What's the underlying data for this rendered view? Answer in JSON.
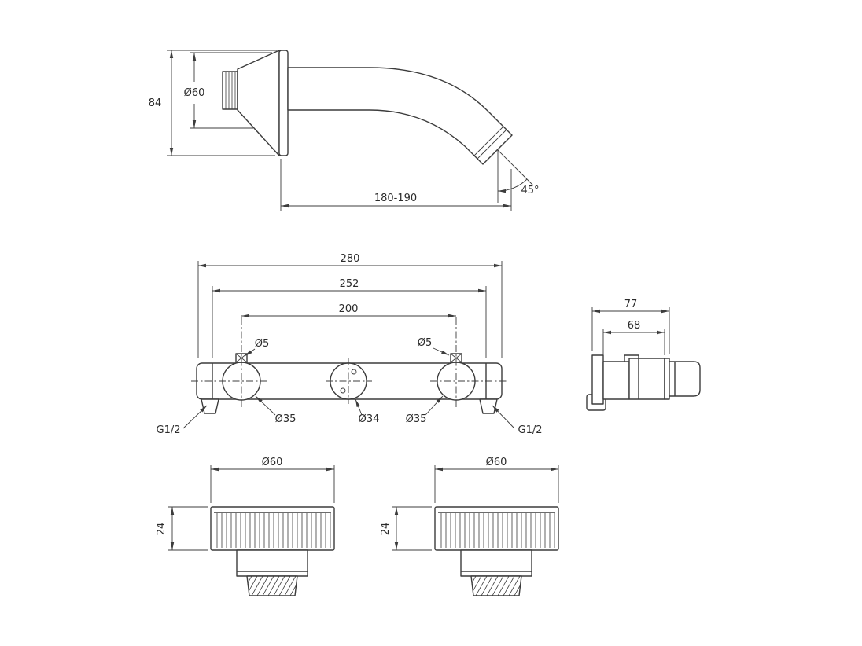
{
  "spout_side_view": {
    "height_dim": "84",
    "flange_diameter_dim": "Ø60",
    "reach_dim": "180-190",
    "outlet_angle_dim": "45°"
  },
  "manifold_front_view": {
    "overall_width_dim": "280",
    "mounting_width_dim": "252",
    "valve_spacing_dim": "200",
    "left_screw_dim": "Ø5",
    "right_screw_dim": "Ø5",
    "left_valve_dim": "Ø35",
    "center_outlet_dim": "Ø34",
    "right_valve_dim": "Ø35",
    "left_thread_label": "G1/2",
    "right_thread_label": "G1/2"
  },
  "valve_side_view": {
    "overall_depth_dim": "77",
    "body_depth_dim": "68"
  },
  "left_handle_view": {
    "diameter_dim": "Ø60",
    "height_dim": "24"
  },
  "right_handle_view": {
    "diameter_dim": "Ø60",
    "height_dim": "24"
  }
}
